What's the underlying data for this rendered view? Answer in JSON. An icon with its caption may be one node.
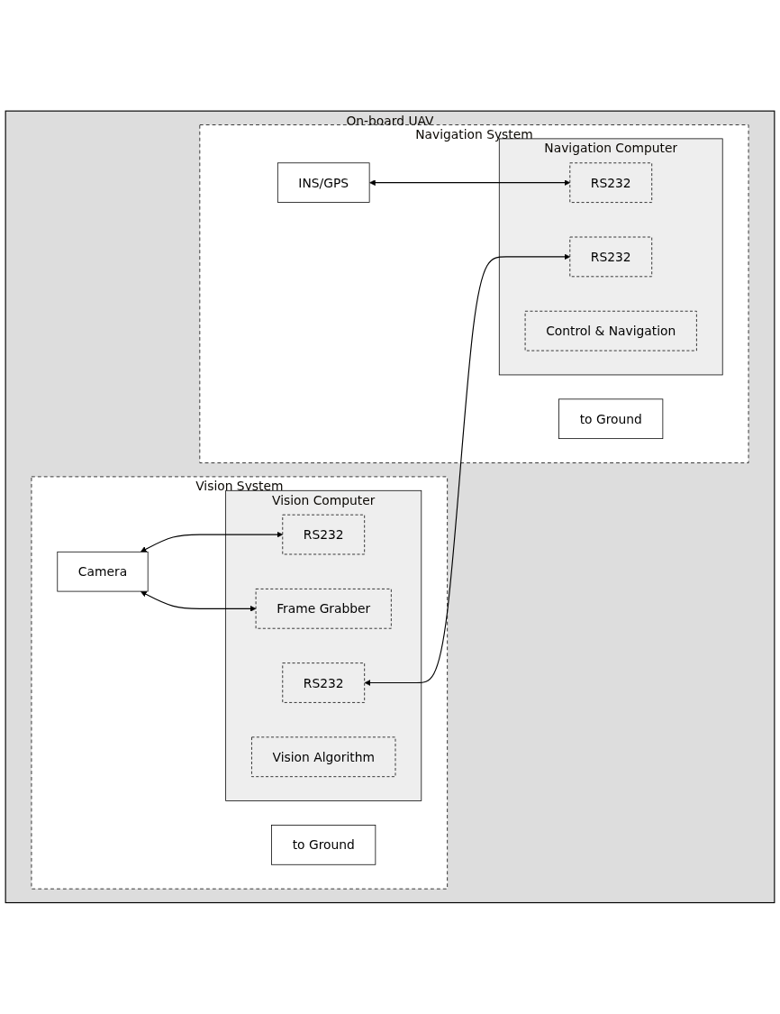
{
  "diagram": {
    "nodes": [
      {
        "text": [
          "On-board UAV"
        ]
      },
      {
        "text": [
          "Vision System"
        ],
        "in": 0
      },
      {
        "text": [
          "Camera"
        ],
        "in": 1
      },
      {
        "text": [
          "to Ground"
        ],
        "in": 1
      },
      {
        "text": [
          "Vision Computer"
        ],
        "in": 1
      },
      {
        "text": [
          "RS232"
        ],
        "in": 4
      },
      {
        "text": [
          "Vision Algorithm"
        ],
        "in": 4
      },
      {
        "text": [
          "Frame Grabber"
        ],
        "in": 4
      },
      {
        "text": [
          "RS232"
        ],
        "in": 4
      },
      {
        "text": [
          "Navigation System"
        ],
        "in": 0
      },
      {
        "text": [
          "INS/GPS"
        ],
        "in": 9
      },
      {
        "text": [
          "to Ground"
        ],
        "in": 9
      },
      {
        "text": [
          "Navigation Computer"
        ],
        "in": 9
      },
      {
        "text": [
          "RS232"
        ],
        "in": 12
      },
      {
        "text": [
          "RS232"
        ],
        "in": 12
      },
      {
        "text": [
          "Control & Navigation"
        ],
        "in": 12
      }
    ],
    "edges": [
      {
        "from": 2,
        "to": 5,
        "arrow": "both"
      },
      {
        "from": 2,
        "to": 7,
        "arrow": "both"
      },
      {
        "from": 8,
        "to": 14,
        "arrow": "both"
      },
      {
        "from": 10,
        "to": 13,
        "arrow": "both"
      }
    ]
  }
}
